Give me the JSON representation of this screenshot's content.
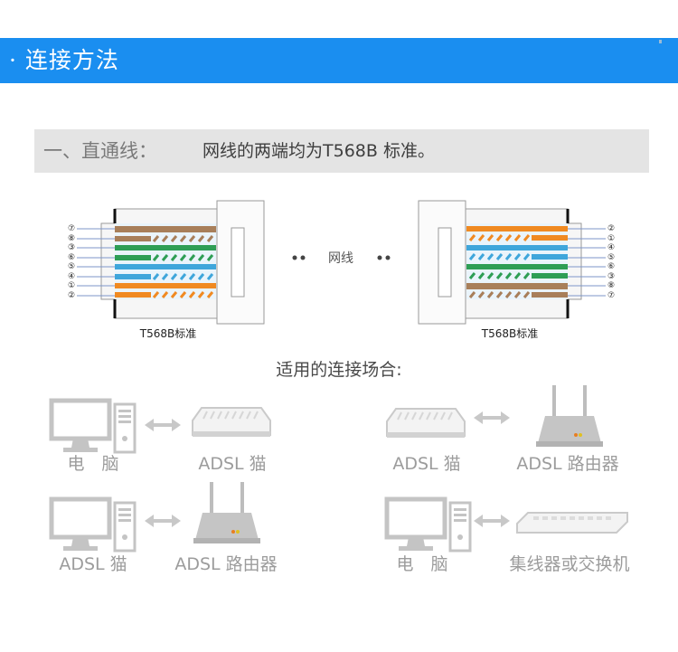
{
  "header": {
    "title": "· 连接方法"
  },
  "banner": {
    "lead": "一、直通线：",
    "description": "网线的两端均为T568B 标准。"
  },
  "cable": {
    "middle_label": "网线",
    "left_connector": {
      "caption": "T568B标准",
      "pins": [
        "⑦",
        "⑧",
        "③",
        "⑥",
        "⑤",
        "④",
        "①",
        "②"
      ]
    },
    "right_connector": {
      "caption": "T568B标准",
      "pins": [
        "②",
        "①",
        "④",
        "⑤",
        "⑥",
        "③",
        "⑧",
        "⑦"
      ]
    }
  },
  "scenarios": {
    "title": "适用的连接场合:",
    "pairs": [
      {
        "left": "电　脑",
        "right": "ADSL 猫"
      },
      {
        "left": "ADSL 猫",
        "right": "ADSL 路由器"
      },
      {
        "left": "ADSL 猫",
        "right": "ADSL 路由器"
      },
      {
        "left": "电　脑",
        "right": "集线器或交换机"
      }
    ]
  },
  "colors": {
    "header_blue": "#1a8ef0",
    "banner_gray": "#e4e4e4",
    "wire_brown": "#a87f5a",
    "wire_green": "#2e9e55",
    "wire_blue": "#3fa6db",
    "wire_orange": "#f08a22",
    "icon_gray": "#c8c8c8"
  }
}
